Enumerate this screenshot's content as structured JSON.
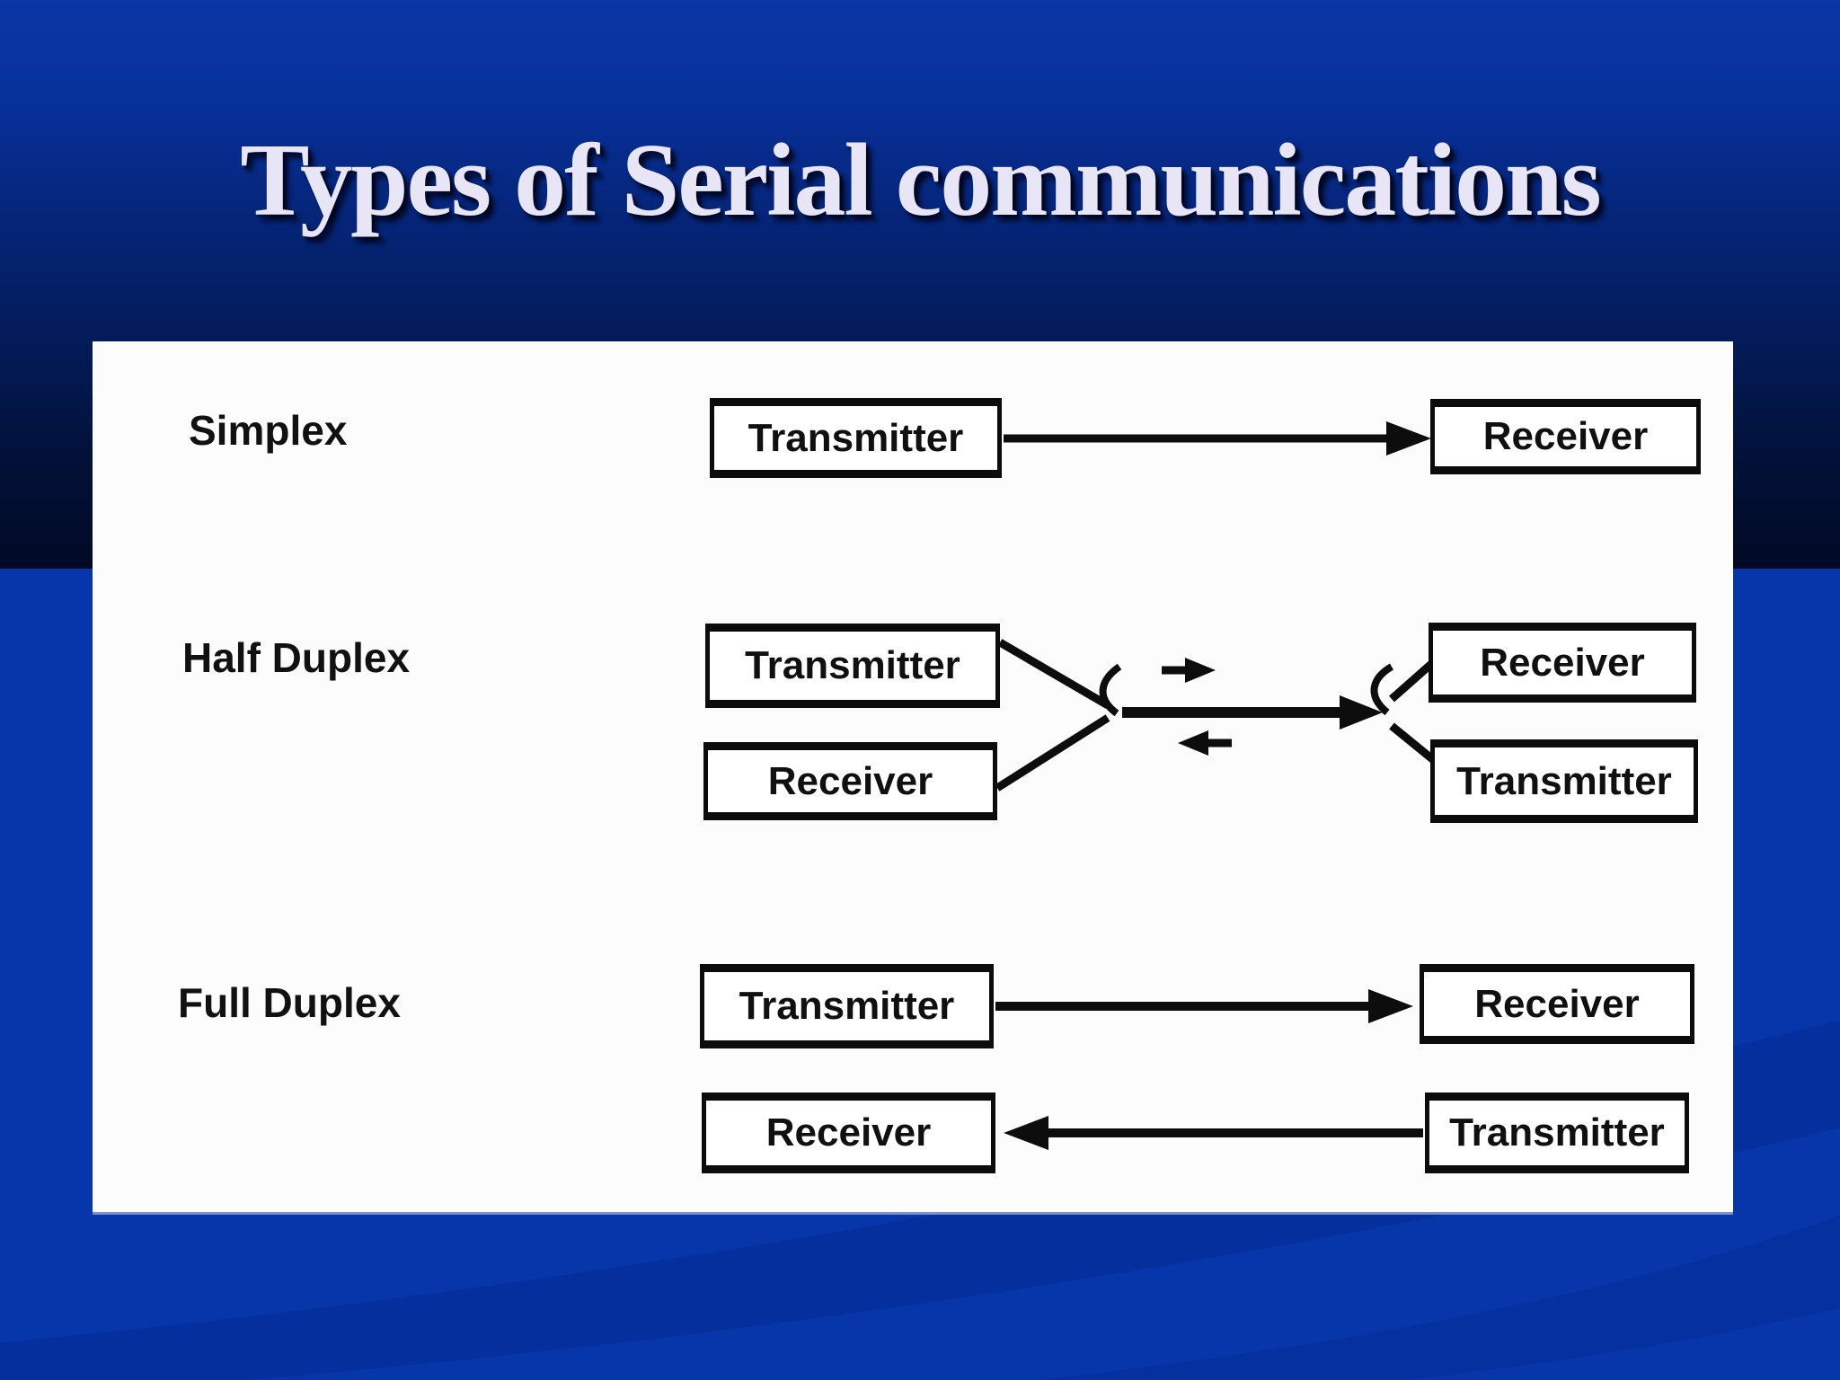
{
  "title": "Types of Serial communications",
  "diagram": {
    "simplex": {
      "label": "Simplex",
      "transmitter": "Transmitter",
      "receiver": "Receiver"
    },
    "half_duplex": {
      "label": "Half Duplex",
      "left_transmitter": "Transmitter",
      "left_receiver": "Receiver",
      "right_receiver": "Receiver",
      "right_transmitter": "Transmitter"
    },
    "full_duplex": {
      "label": "Full Duplex",
      "forward_transmitter": "Transmitter",
      "forward_receiver": "Receiver",
      "return_receiver": "Receiver",
      "return_transmitter": "Transmitter"
    }
  },
  "colors": {
    "background_top_gradient_start": "#0A37A6",
    "background_top_gradient_end": "#010A24",
    "background_bottom": "#0636A9",
    "swoosh": "#02258C",
    "panel_background": "#FCFCFD",
    "diagram_ink": "#0D0D0D",
    "title_text": "#E7E5F6"
  }
}
